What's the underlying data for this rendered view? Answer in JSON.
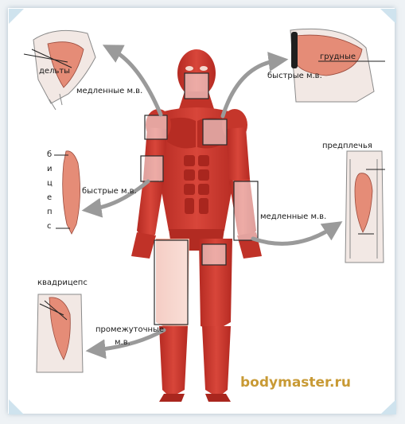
{
  "labels": {
    "deltoid": "дельты",
    "slow_top": "медленные м.в.",
    "pectoral": "грудные",
    "fast_top": "быстрые м.в.",
    "forearm": "предплечья",
    "slow_right": "медленные м.в.",
    "fast_left": "быстрые м.в.",
    "biceps_letters": [
      "б",
      "и",
      "ц",
      "е",
      "п",
      "с"
    ],
    "quadriceps": "квадрицепс",
    "intermediate_1": "промежуточные",
    "intermediate_2": "м.в."
  },
  "brand": "bodymaster.ru",
  "colors": {
    "muscle": "#c9352b",
    "muscle_dark": "#8f1e18",
    "muscle_light": "#f0a48f",
    "arrow": "#9a9a9a",
    "brand": "#c89a35"
  }
}
